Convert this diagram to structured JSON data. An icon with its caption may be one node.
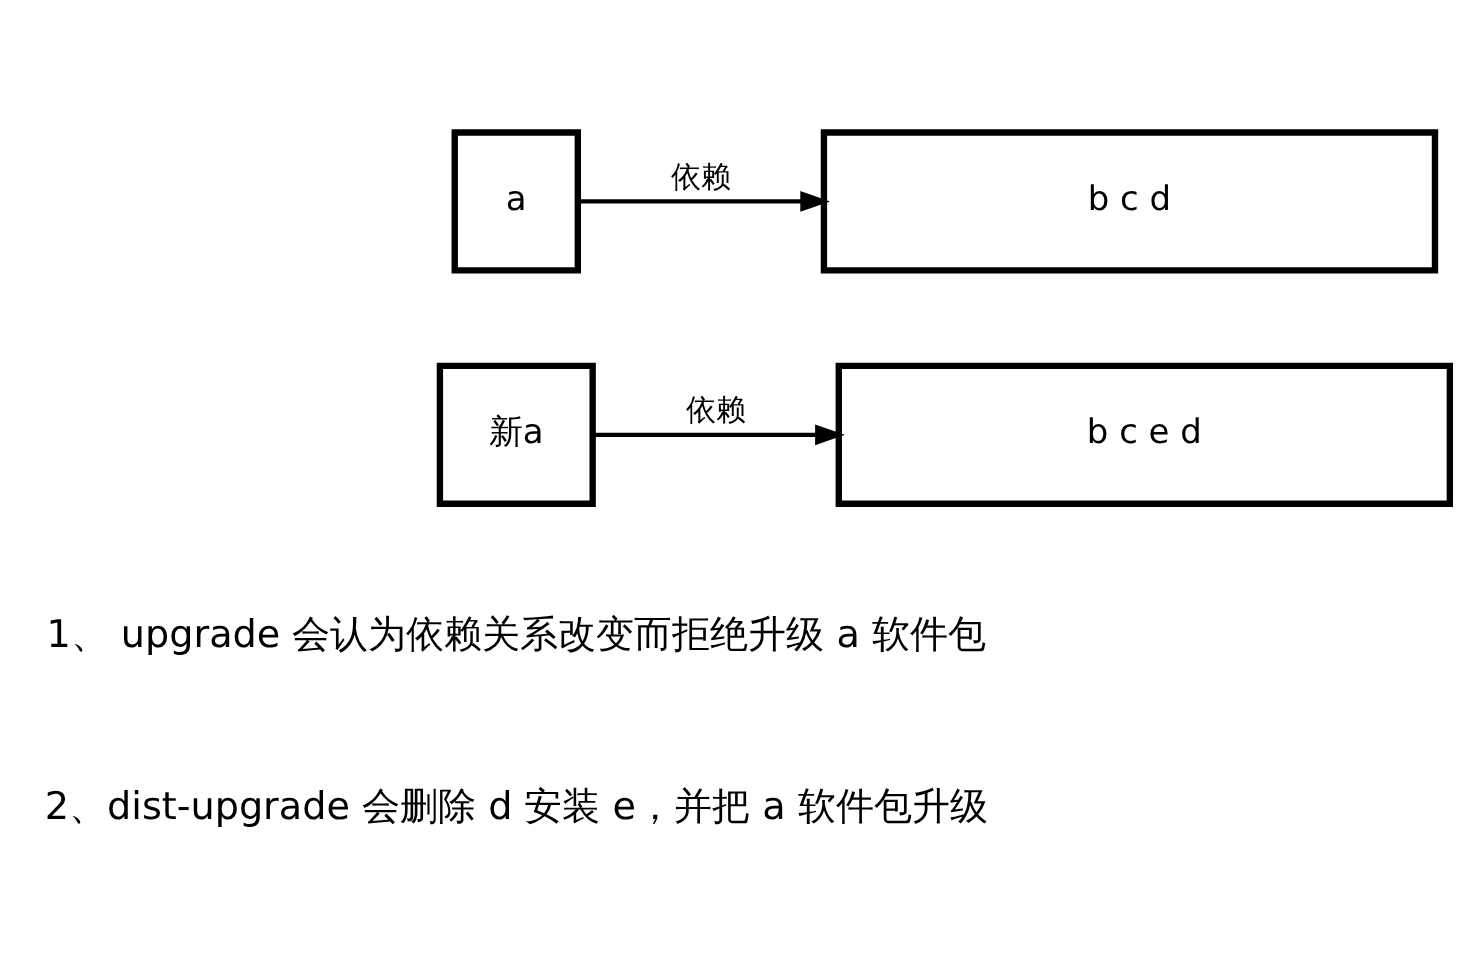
{
  "diagram": {
    "nodes": [
      {
        "text": [
          "a"
        ]
      },
      {
        "text": [
          "b c d"
        ]
      },
      {
        "text": [
          "新a"
        ]
      },
      {
        "text": [
          "b c e d"
        ]
      }
    ],
    "edges": [
      {
        "from": 0,
        "to": 1,
        "arrow": "to",
        "label": "依赖"
      },
      {
        "from": 2,
        "to": 3,
        "arrow": "to",
        "label": "依赖"
      }
    ],
    "labels": [
      "1、 upgrade 会认为依赖关系改变而拒绝升级 a 软件包",
      "2、dist-upgrade 会删除 d 安装 e，并把 a 软件包升级"
    ]
  }
}
